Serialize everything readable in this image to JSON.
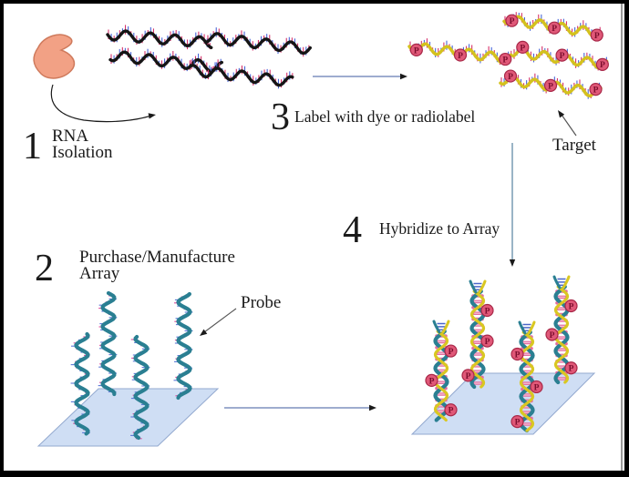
{
  "figure": {
    "steps": [
      {
        "number": "1",
        "label_lines": [
          "RNA",
          "Isolation"
        ]
      },
      {
        "number": "2",
        "label_lines": [
          "Purchase/Manufacture",
          "Array"
        ]
      },
      {
        "number": "3",
        "label_lines": [
          "Label with dye or radiolabel"
        ]
      },
      {
        "number": "4",
        "label_lines": [
          "Hybridize to Array"
        ]
      }
    ],
    "annotations": {
      "target": "Target",
      "probe": "Probe"
    },
    "phosphate_label": "P",
    "colors": {
      "cell": "#f2a185",
      "cell_outline": "#cf7a5c",
      "rna": "#151515",
      "tick_red": "#d6336c",
      "tick_blue": "#4a66d8",
      "target_strand": "#d4c11e",
      "phosphate": "#e05878",
      "phosphate_border": "#a82848",
      "phosphate_letter": "#7c0e2e",
      "probe": "#2a7f92",
      "helix_yellow": "#d9c722",
      "rung_pink": "#e46d9f",
      "rung_pink_light": "#f6c3d8",
      "cap_blue": "#4a66c8",
      "array_fill": "#cfdef4",
      "array_border": "#93a9cf",
      "arrow_black": "#1a1a1a",
      "arrow_blue_shaft": "#7f90bf",
      "arrow_light_shaft": "#9ab4c6"
    }
  }
}
